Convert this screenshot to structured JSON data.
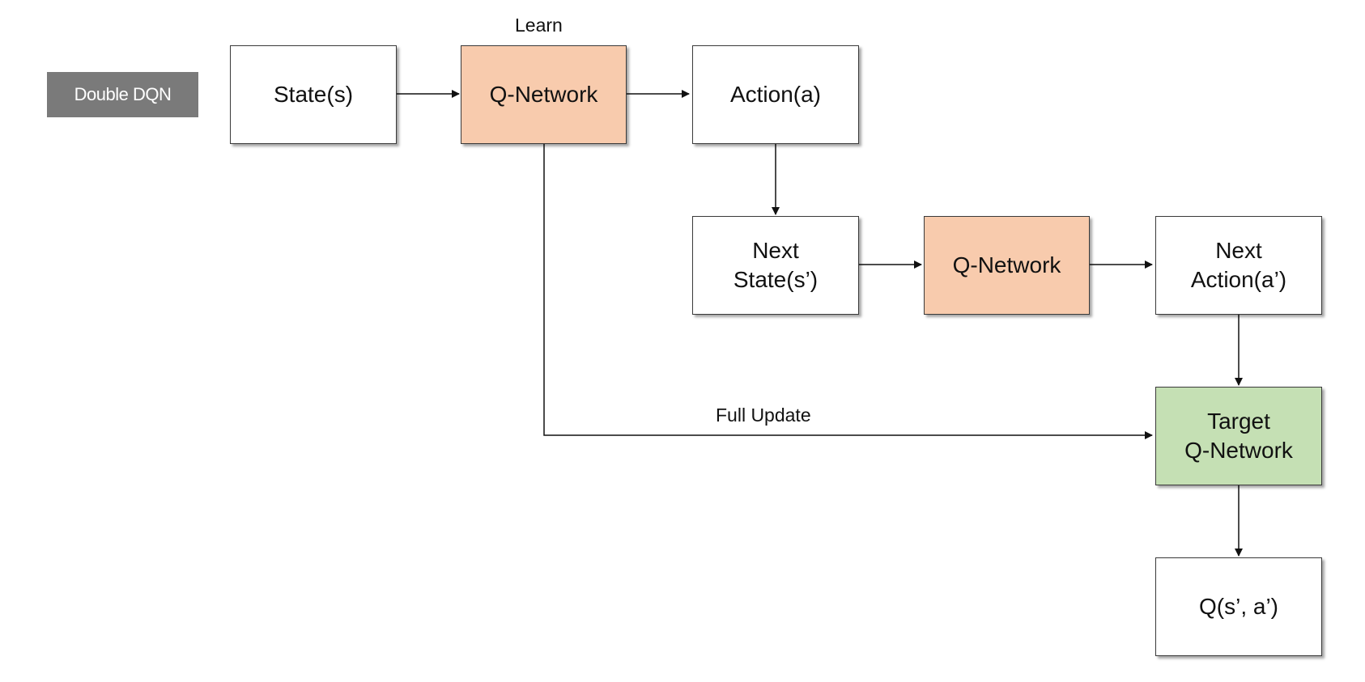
{
  "diagram": {
    "tag": "Double DQN",
    "learn_label": "Learn",
    "full_update_label": "Full Update",
    "nodes": {
      "state": "State(s)",
      "q_network_1": "Q-Network",
      "action": "Action(a)",
      "next_state": "Next\nState(s’)",
      "q_network_2": "Q-Network",
      "next_action": "Next\nAction(a’)",
      "target_q_network": "Target\nQ-Network",
      "q_value": "Q(s’, a’)"
    },
    "colors": {
      "q_network": "#f8cbad",
      "target_q_network": "#c5e0b4",
      "tag_background": "#7a7a7a",
      "default_node": "#ffffff"
    },
    "edges": [
      {
        "from": "state",
        "to": "q_network_1"
      },
      {
        "from": "q_network_1",
        "to": "action"
      },
      {
        "from": "action",
        "to": "next_state"
      },
      {
        "from": "next_state",
        "to": "q_network_2"
      },
      {
        "from": "q_network_2",
        "to": "next_action"
      },
      {
        "from": "next_action",
        "to": "target_q_network"
      },
      {
        "from": "q_network_1",
        "to": "target_q_network",
        "label": "Full Update"
      },
      {
        "from": "target_q_network",
        "to": "q_value"
      }
    ]
  }
}
